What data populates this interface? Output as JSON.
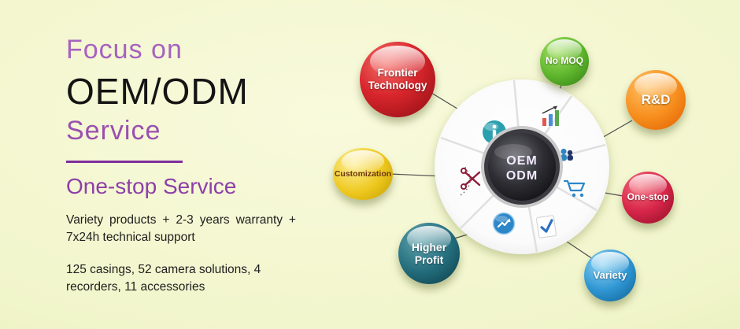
{
  "heading": {
    "focus": "Focus on",
    "brand": "OEM/ODM",
    "service": "Service",
    "subheading": "One-stop Service"
  },
  "body": {
    "paragraph1": "Variety products + 2-3 years warranty + 7x24h technical support",
    "paragraph2": "125 casings, 52 camera solutions, 4 recorders, 11 accessories"
  },
  "hub": {
    "line1": "OEM",
    "line2": "ODM"
  },
  "balls": [
    {
      "label": "Frontier Technology",
      "color": "#d8262c"
    },
    {
      "label": "No MOQ",
      "color": "#62b92f"
    },
    {
      "label": "R&D",
      "color": "#f78f1e"
    },
    {
      "label": "One-stop",
      "color": "#d8264a"
    },
    {
      "label": "Variety",
      "color": "#2f96d3"
    },
    {
      "label": "Higher Profit",
      "color": "#226b7a"
    },
    {
      "label": "Customization",
      "color": "#eec81e"
    }
  ],
  "icons": [
    "info-icon",
    "bar-chart-icon",
    "team-icon",
    "cart-icon",
    "check-icon",
    "growth-icon",
    "scissors-icon"
  ],
  "colors": {
    "accent_purple": "#8d3fa8",
    "text_black": "#1e1e1e",
    "background": "#f1f5ca"
  }
}
